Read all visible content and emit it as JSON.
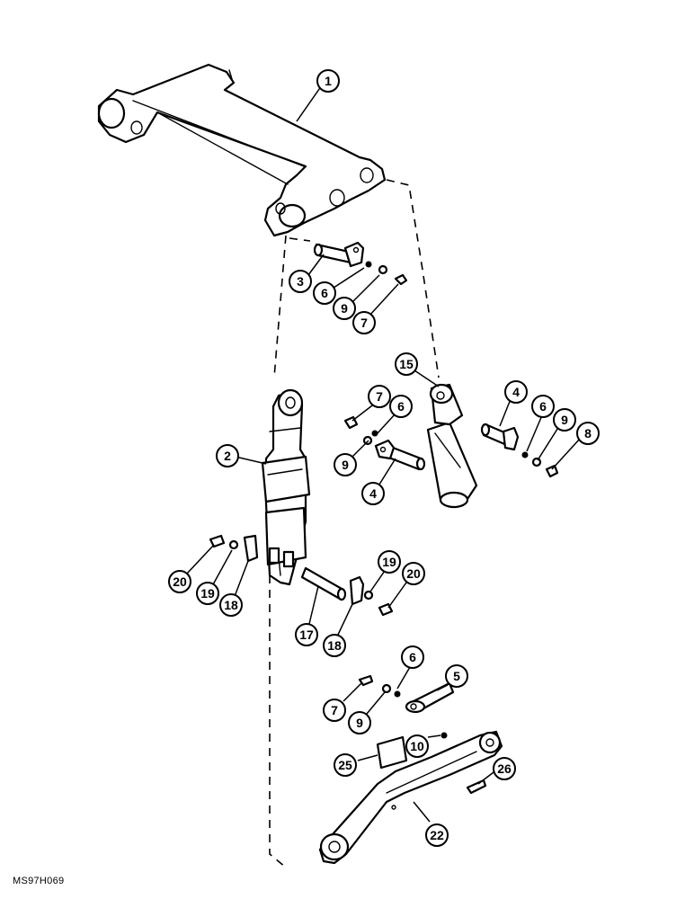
{
  "figure_code": "MS97H069",
  "callouts": [
    {
      "id": "c1",
      "label": "1"
    },
    {
      "id": "c3",
      "label": "3"
    },
    {
      "id": "c6a",
      "label": "6"
    },
    {
      "id": "c9a",
      "label": "9"
    },
    {
      "id": "c7a",
      "label": "7"
    },
    {
      "id": "c15",
      "label": "15"
    },
    {
      "id": "c7b",
      "label": "7"
    },
    {
      "id": "c6b",
      "label": "6"
    },
    {
      "id": "c4a",
      "label": "4"
    },
    {
      "id": "c6c",
      "label": "6"
    },
    {
      "id": "c9b",
      "label": "9"
    },
    {
      "id": "c8",
      "label": "8"
    },
    {
      "id": "c2",
      "label": "2"
    },
    {
      "id": "c9c",
      "label": "9"
    },
    {
      "id": "c4b",
      "label": "4"
    },
    {
      "id": "c20a",
      "label": "20"
    },
    {
      "id": "c19a",
      "label": "19"
    },
    {
      "id": "c18a",
      "label": "18"
    },
    {
      "id": "c19b",
      "label": "19"
    },
    {
      "id": "c20b",
      "label": "20"
    },
    {
      "id": "c17",
      "label": "17"
    },
    {
      "id": "c18b",
      "label": "18"
    },
    {
      "id": "c6d",
      "label": "6"
    },
    {
      "id": "c5",
      "label": "5"
    },
    {
      "id": "c7c",
      "label": "7"
    },
    {
      "id": "c9d",
      "label": "9"
    },
    {
      "id": "c10",
      "label": "10"
    },
    {
      "id": "c25",
      "label": "25"
    },
    {
      "id": "c26",
      "label": "26"
    },
    {
      "id": "c22",
      "label": "22"
    }
  ]
}
